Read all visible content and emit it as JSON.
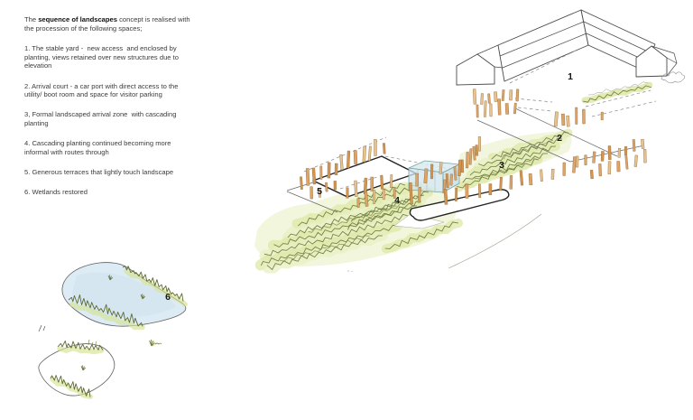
{
  "description_panel": {
    "intro_pre": "The ",
    "intro_bold": "sequence of landscapes",
    "intro_post": " concept is realised with\nthe procession of the following spaces;",
    "items": [
      "1. The stable yard -  new access  and enclosed by\nplanting, views retained over new structures due to\nelevation",
      "2. Arrival court - a car port with direct access to the\nutility/ boot room and space for visitor parking",
      "3, Formal landscaped arrival zone  with cascading\nplanting",
      "4. Cascading planting continued becoming more\ninformal with routes through",
      "5. Generous terraces that lightly touch landscape",
      "6. Wetlands restored"
    ]
  },
  "diagram": {
    "labels": [
      {
        "number": "1"
      },
      {
        "number": "2"
      },
      {
        "number": "3"
      },
      {
        "number": "4"
      },
      {
        "number": "5"
      },
      {
        "number": "6"
      }
    ],
    "colors": {
      "post_timber": "#e0a566",
      "post_dark": "#d5954f",
      "post_light": "#ecc28c",
      "post_edge": "#8a6a40",
      "planting_wash": "#dde8a4",
      "planting_wash_light": "#e7eec0",
      "planting_stroke": "#6b7840",
      "water_fill": "#dcebf4",
      "water_tint": "#cfe2ef",
      "glass_fill": "#cfe4e9",
      "glass_edge": "#7ba2a8",
      "sketch_line": "#4a4a4a",
      "ground_line": "#6a6a6a",
      "terrace_outline": "#222222",
      "text": "#3c3c3c"
    }
  }
}
